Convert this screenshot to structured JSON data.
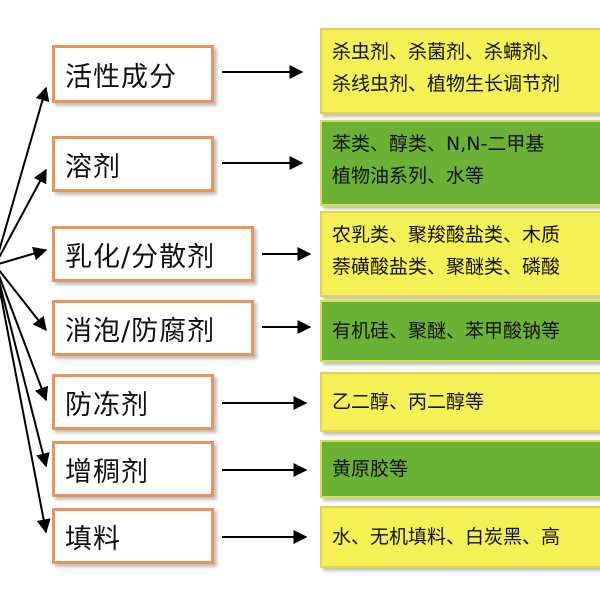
{
  "categories": [
    {
      "label": "活性成分",
      "desc": [
        "杀虫剂、杀菌剂、杀螨剂、",
        "杀线虫剂、植物生长调节剂"
      ]
    },
    {
      "label": "溶剂",
      "desc": [
        "苯类、醇类、N,N-二甲基",
        "植物油系列、水等"
      ]
    },
    {
      "label": "乳化/分散剂",
      "desc": [
        "农乳类、聚羧酸盐类、木质",
        "萘磺酸盐类、聚醚类、磷酸"
      ]
    },
    {
      "label": "消泡/防腐剂",
      "desc": [
        "有机硅、聚醚、苯甲酸钠等"
      ]
    },
    {
      "label": "防冻剂",
      "desc": [
        "乙二醇、丙二醇等"
      ]
    },
    {
      "label": "增稠剂",
      "desc": [
        "黄原胶等"
      ]
    },
    {
      "label": "填料",
      "desc": [
        "水、无机填料、白炭黑、高"
      ]
    }
  ],
  "colors": {
    "category_border": "#e8945c",
    "desc_yellow": "#f4f055",
    "desc_green": "#6ab135",
    "arrow": "#000000"
  }
}
